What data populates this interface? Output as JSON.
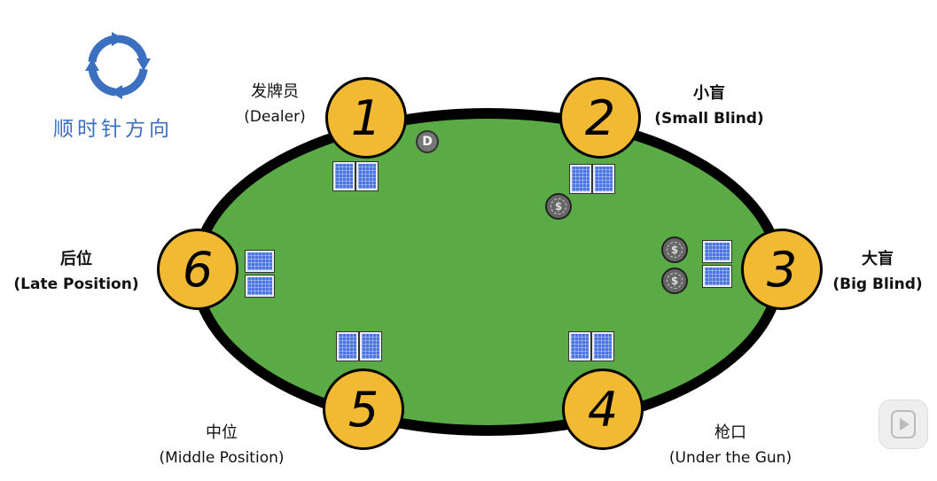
{
  "direction": {
    "text": "顺时针方向",
    "icon": "clockwise-cycle-icon",
    "color": "#3b6fc0"
  },
  "seats": [
    {
      "number": "1",
      "cn": "发牌员",
      "en": "(Dealer)"
    },
    {
      "number": "2",
      "cn": "小盲",
      "en": "(Small Blind)"
    },
    {
      "number": "3",
      "cn": "大盲",
      "en": "(Big Blind)"
    },
    {
      "number": "4",
      "cn": "枪口",
      "en": "(Under the Gun)"
    },
    {
      "number": "5",
      "cn": "中位",
      "en": "(Middle Position)"
    },
    {
      "number": "6",
      "cn": "后位",
      "en": "(Late Position)"
    }
  ],
  "dealer_button": "D",
  "chip_symbol": "$",
  "colors": {
    "felt": "#5aab45",
    "rail": "#000000",
    "seat": "#f2b933",
    "card": "#4a74e0"
  }
}
